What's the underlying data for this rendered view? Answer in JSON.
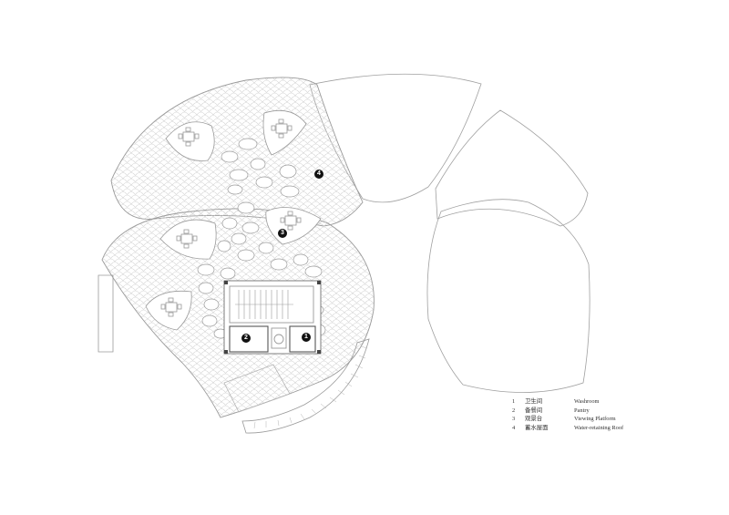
{
  "legend": {
    "items": [
      {
        "num": "1",
        "cn": "卫生间",
        "en": "Washroom"
      },
      {
        "num": "2",
        "cn": "备餐间",
        "en": "Pantry"
      },
      {
        "num": "3",
        "cn": "观景台",
        "en": "Viewing Platform"
      },
      {
        "num": "4",
        "cn": "蓄水屋面",
        "en": "Water-retaining Roof"
      }
    ]
  },
  "markers": [
    {
      "label": "1",
      "ref": "Washroom"
    },
    {
      "label": "2",
      "ref": "Pantry"
    },
    {
      "label": "3",
      "ref": "Viewing Platform"
    },
    {
      "label": "4",
      "ref": "Water-retaining Roof"
    }
  ],
  "colors": {
    "line": "#9a9a9a",
    "hatch": "#c9c9c9",
    "marker": "#111111"
  }
}
